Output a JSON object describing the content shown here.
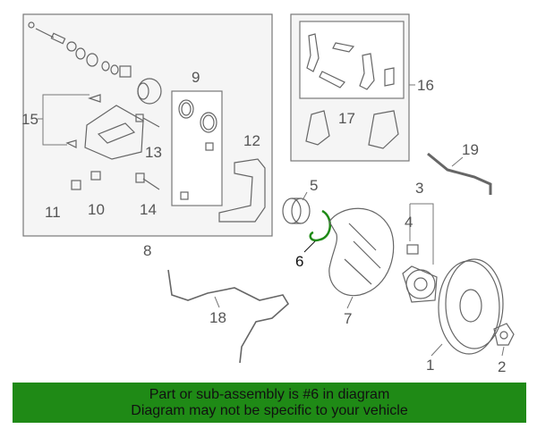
{
  "callouts": {
    "c1": "1",
    "c2": "2",
    "c3": "3",
    "c4": "4",
    "c5": "5",
    "c6": "6",
    "c7": "7",
    "c8": "8",
    "c9": "9",
    "c10": "10",
    "c11": "11",
    "c12": "12",
    "c13": "13",
    "c14": "14",
    "c15": "15",
    "c16": "16",
    "c17": "17",
    "c18": "18",
    "c19": "19"
  },
  "highlighted_part": "6",
  "banner": {
    "line1": "Part or sub-assembly is #6 in diagram",
    "line2": "Diagram may not be specific to your vehicle"
  },
  "colors": {
    "banner_bg": "#1f8a16",
    "highlight_part": "#1f8a16",
    "line_art": "#666666",
    "box_fill": "#f5f5f5"
  }
}
